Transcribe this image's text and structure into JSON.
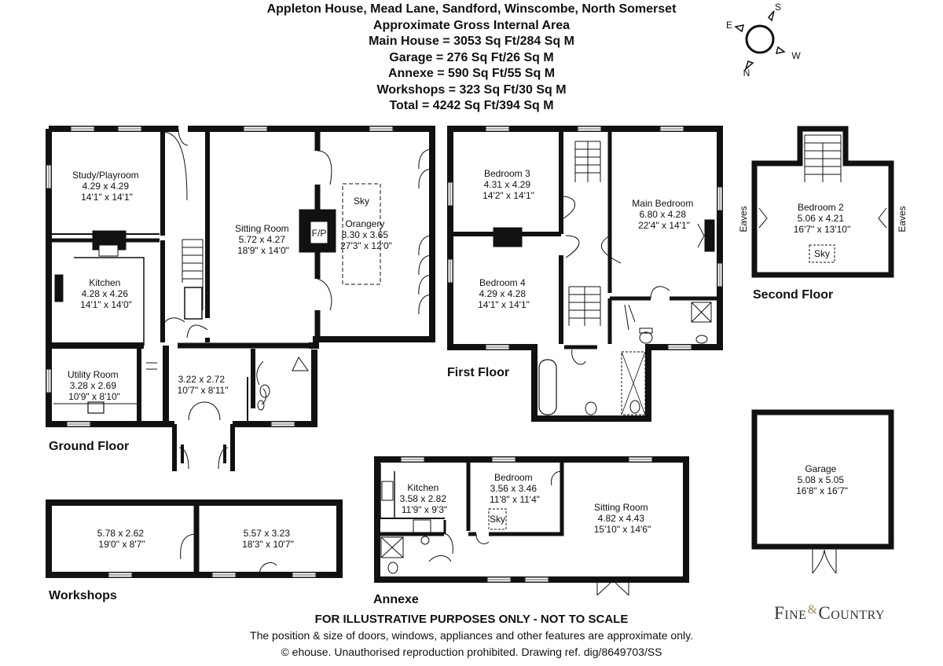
{
  "header": {
    "address": "Appleton House, Mead Lane, Sandford, Winscombe, North Somerset",
    "subtitle": "Approximate Gross Internal Area",
    "areas": [
      "Main House = 3053 Sq Ft/284 Sq M",
      "Garage = 276 Sq Ft/26 Sq M",
      "Annexe = 590 Sq Ft/55 Sq M",
      "Workshops = 323 Sq Ft/30 Sq M",
      "Total = 4242 Sq Ft/394 Sq M"
    ]
  },
  "compass": {
    "s": "S",
    "e": "E",
    "w": "W",
    "n": "N"
  },
  "floors": {
    "ground": "Ground Floor",
    "first": "First Floor",
    "second": "Second Floor",
    "workshops": "Workshops",
    "annexe": "Annexe"
  },
  "rooms": {
    "study": [
      "Study/Playroom",
      "4.29 x 4.29",
      "14'1\" x 14'1\""
    ],
    "sitting": [
      "Sitting Room",
      "5.72 x 4.27",
      "18'9\" x 14'0\""
    ],
    "orangery": [
      "Orangery",
      "8.30 x 3.65",
      "27'3\" x 12'0\""
    ],
    "kitchen": [
      "Kitchen",
      "4.28 x 4.26",
      "14'1\" x 14'0\""
    ],
    "utility": [
      "Utility Room",
      "3.28 x 2.69",
      "10'9\" x 8'10\""
    ],
    "hall": [
      "3.22 x 2.72",
      "10'7\" x 8'11\""
    ],
    "bed3": [
      "Bedroom 3",
      "4.31 x 4.29",
      "14'2\" x 14'1\""
    ],
    "bed4": [
      "Bedroom 4",
      "4.29 x 4.28",
      "14'1\" x 14'1\""
    ],
    "mainbed": [
      "Main Bedroom",
      "6.80 x 4.28",
      "22'4\" x 14'1\""
    ],
    "bed2": [
      "Bedroom 2",
      "5.06 x 4.21",
      "16'7\" x 13'10\""
    ],
    "garage": [
      "Garage",
      "5.08 x 5.05",
      "16'8\" x 16'7\""
    ],
    "ws1": [
      "5.78 x 2.62",
      "19'0\" x 8'7\""
    ],
    "ws2": [
      "5.57 x 3.23",
      "18'3\" x 10'7\""
    ],
    "ankitchen": [
      "Kitchen",
      "3.58 x 2.82",
      "11'9\" x 9'3\""
    ],
    "anbed": [
      "Bedroom",
      "3.56 x 3.46",
      "11'8\" x 11'4\""
    ],
    "ansitting": [
      "Sitting Room",
      "4.82 x 4.43",
      "15'10\" x 14'6\""
    ]
  },
  "labels": {
    "fp": "F/P",
    "sky": "Sky",
    "eaves": "Eaves"
  },
  "disclaimer": {
    "line1": "FOR ILLUSTRATIVE PURPOSES ONLY - NOT TO SCALE",
    "line2": "The position & size of doors, windows, appliances and other features are approximate only.",
    "line3": "© ehouse. Unauthorised reproduction prohibited. Drawing ref. dig/8649703/SS"
  },
  "logo": {
    "left": "Fine",
    "amp": "&",
    "right": "Country"
  }
}
